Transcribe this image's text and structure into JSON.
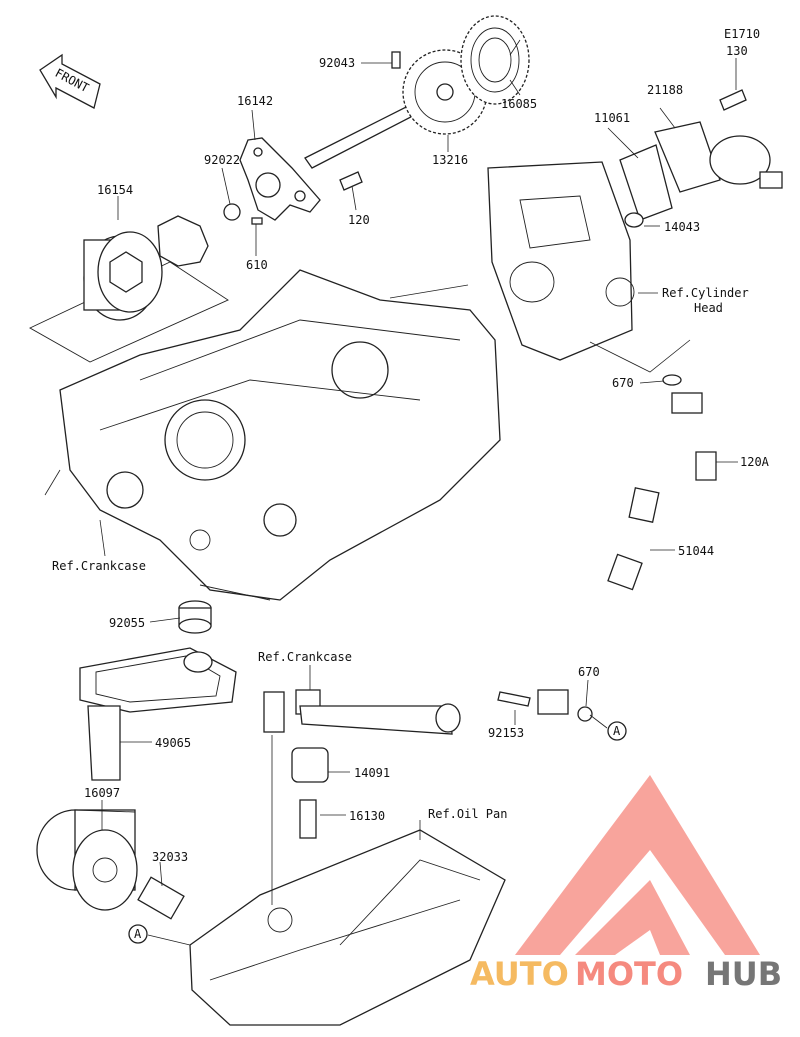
{
  "diagram": {
    "front_label": "FRONT",
    "reference_code": "E1710",
    "parts": [
      {
        "id": "p92043",
        "label": "92043"
      },
      {
        "id": "p16085",
        "label": "16085"
      },
      {
        "id": "p130",
        "label": "130"
      },
      {
        "id": "p16142",
        "label": "16142"
      },
      {
        "id": "p21188",
        "label": "21188"
      },
      {
        "id": "p11061",
        "label": "11061"
      },
      {
        "id": "p92022",
        "label": "92022"
      },
      {
        "id": "p13216",
        "label": "13216"
      },
      {
        "id": "p16154",
        "label": "16154"
      },
      {
        "id": "p120",
        "label": "120"
      },
      {
        "id": "p14043",
        "label": "14043"
      },
      {
        "id": "p610",
        "label": "610"
      },
      {
        "id": "p670a",
        "label": "670"
      },
      {
        "id": "p120A",
        "label": "120A"
      },
      {
        "id": "p51044",
        "label": "51044"
      },
      {
        "id": "p92055",
        "label": "92055"
      },
      {
        "id": "p670b",
        "label": "670"
      },
      {
        "id": "p49065",
        "label": "49065"
      },
      {
        "id": "p92153",
        "label": "92153"
      },
      {
        "id": "p14091",
        "label": "14091"
      },
      {
        "id": "p16097",
        "label": "16097"
      },
      {
        "id": "p16130",
        "label": "16130"
      },
      {
        "id": "p32033",
        "label": "32033"
      }
    ],
    "references": [
      {
        "id": "ref-cyl",
        "line1": "Ref.Cylinder",
        "line2": "Head"
      },
      {
        "id": "ref-crank1",
        "line1": "Ref.Crankcase"
      },
      {
        "id": "ref-crank2",
        "line1": "Ref.Crankcase"
      },
      {
        "id": "ref-oilpan",
        "line1": "Ref.Oil Pan"
      }
    ],
    "connectors": [
      {
        "id": "conn-a1",
        "label": "A"
      },
      {
        "id": "conn-a2",
        "label": "A"
      }
    ]
  },
  "watermark": {
    "part1": "AUTO",
    "part2": "MOTO",
    "part3": "HUB",
    "color_primary": "#f25a4a",
    "color_secondary": "#f3a93a"
  }
}
